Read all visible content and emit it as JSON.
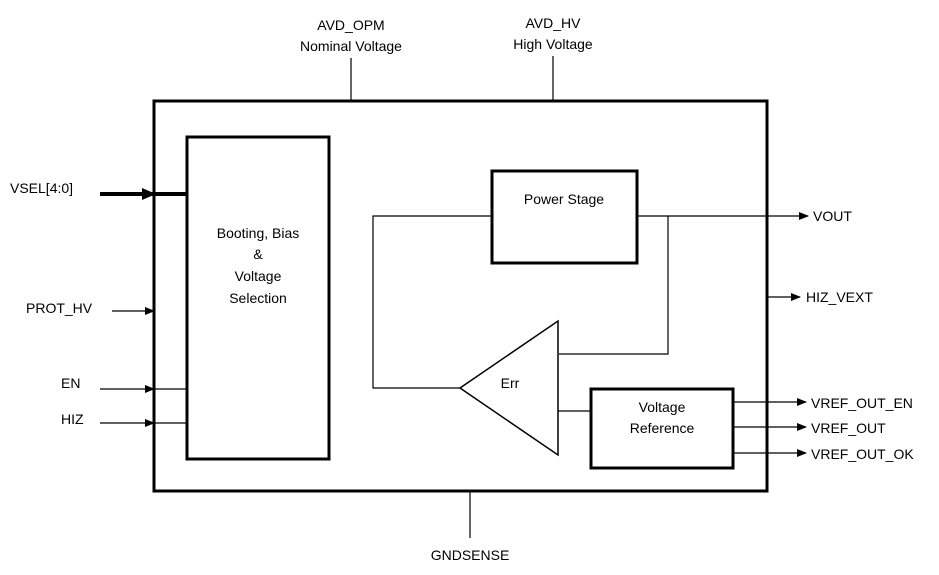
{
  "colors": {
    "stroke": "#000000",
    "background": "#ffffff"
  },
  "top_supplies": {
    "avd_opm": {
      "name": "AVD_OPM",
      "desc": "Nominal Voltage"
    },
    "avd_hv": {
      "name": "AVD_HV",
      "desc": "High Voltage"
    }
  },
  "bottom": {
    "gndsense": "GNDSENSE"
  },
  "inputs": {
    "vsel": "VSEL[4:0]",
    "prot_hv": "PROT_HV",
    "en": "EN",
    "hiz": "HIZ"
  },
  "outputs": {
    "vout": "VOUT",
    "hiz_vext": "HIZ_VEXT",
    "vref_out_en": "VREF_OUT_EN",
    "vref_out": "VREF_OUT",
    "vref_out_ok": "VREF_OUT_OK"
  },
  "blocks": {
    "booting": {
      "line1": "Booting, Bias",
      "line2": "&",
      "line3": "Voltage",
      "line4": "Selection"
    },
    "power_stage": "Power Stage",
    "err_amp": "Err",
    "vref": {
      "line1": "Voltage",
      "line2": "Reference"
    }
  }
}
